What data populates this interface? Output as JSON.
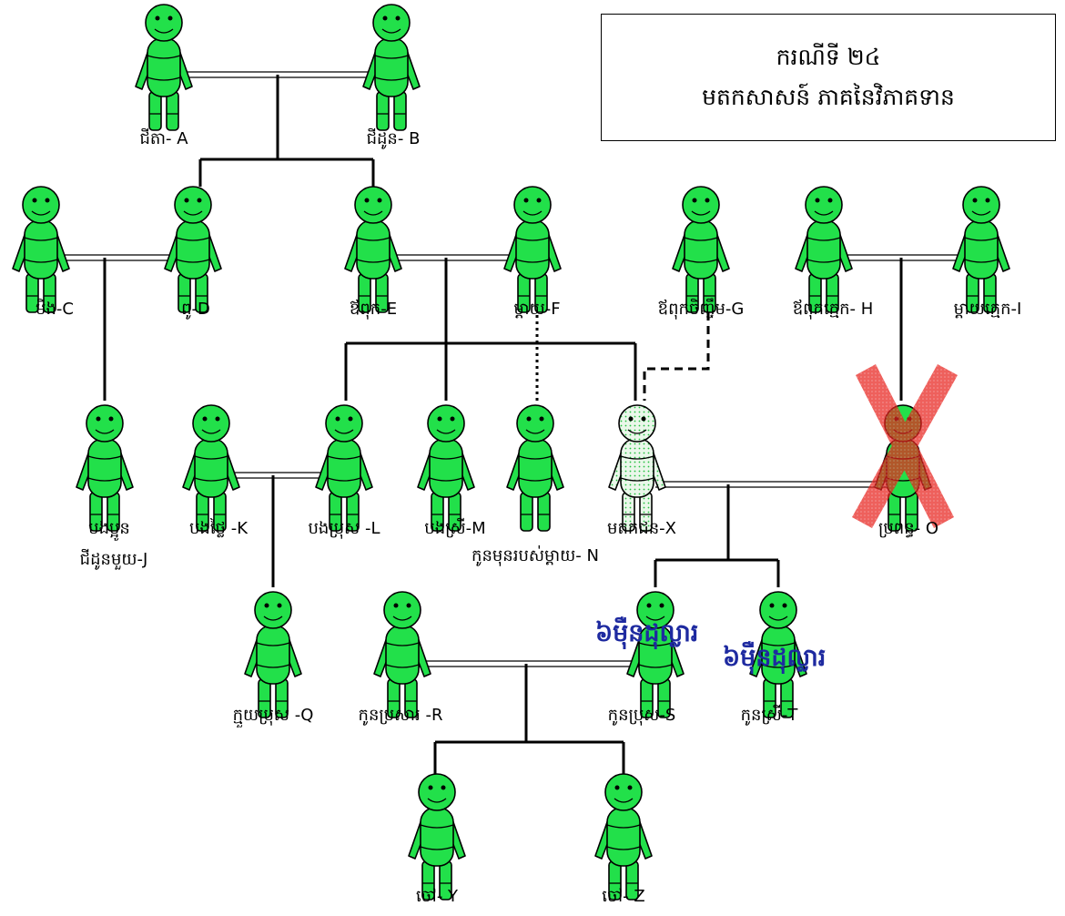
{
  "title": {
    "line1": "ករណីទី ២៤",
    "line2": "មតកសាសន៍ ភាគនៃវិភាគទាន"
  },
  "colors": {
    "figure_fill": "#22e04a",
    "figure_stroke": "#000000",
    "deceased_fill": "#e6f5e6",
    "cross": "#e8231e",
    "amount_text": "#1e2aa0"
  },
  "people": {
    "A": "ជីតា- A",
    "B": "ជីដូន- B",
    "C": "មីង-C",
    "D": "ពូ-D",
    "E": "ឪពុក-E",
    "F": "ម្តាយ-F",
    "G": "ឪពុកចិញ្ចឹម-G",
    "H": "ឪពុកក្មេក- H",
    "I": "ម្តាយក្មេក-I",
    "J_line1": "បងប្អូន",
    "J_line2": "ជីដូនមួយ-J",
    "K": "បងថ្លៃ -K",
    "L": "បងប្រុស -L",
    "M": "បងស្រី-M",
    "X": "មតកជន-X",
    "N": "កូនមុនរបស់ម្តាយ- N",
    "O": "ប្រពន្ធ- O",
    "Q": "ក្មួយប្រុស -Q",
    "R": "កូនប្រសារ -R",
    "S": "កូនប្រុស-S",
    "T": "កូនស្រី-T",
    "Y": "ចៅ- Y",
    "Z": "ចៅ- Z"
  },
  "amounts": {
    "S": "៦ម៉ឺនដុល្លារ",
    "T": "៦ម៉ឺនដុល្លារ"
  }
}
